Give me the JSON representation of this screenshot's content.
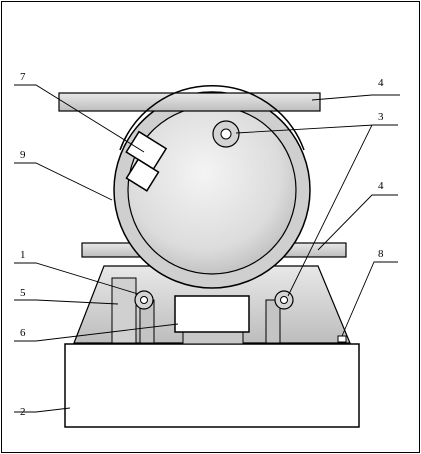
{
  "diagram": {
    "callouts": [
      {
        "id": "lbl-7",
        "text": "7"
      },
      {
        "id": "lbl-4a",
        "text": "4"
      },
      {
        "id": "lbl-9",
        "text": "9"
      },
      {
        "id": "lbl-3",
        "text": "3"
      },
      {
        "id": "lbl-4b",
        "text": "4"
      },
      {
        "id": "lbl-1",
        "text": "1"
      },
      {
        "id": "lbl-8",
        "text": "8"
      },
      {
        "id": "lbl-5",
        "text": "5"
      },
      {
        "id": "lbl-6",
        "text": "6"
      },
      {
        "id": "lbl-2",
        "text": "2"
      }
    ]
  },
  "colors": {
    "stroke": "#000000",
    "part_fill": "#d9d9d9",
    "part_fill_dark": "#bdbdbd",
    "ring_fill": "#cfcfcf",
    "sphere_fill": "#e6e6e6",
    "base_fill": "#ffffff"
  }
}
